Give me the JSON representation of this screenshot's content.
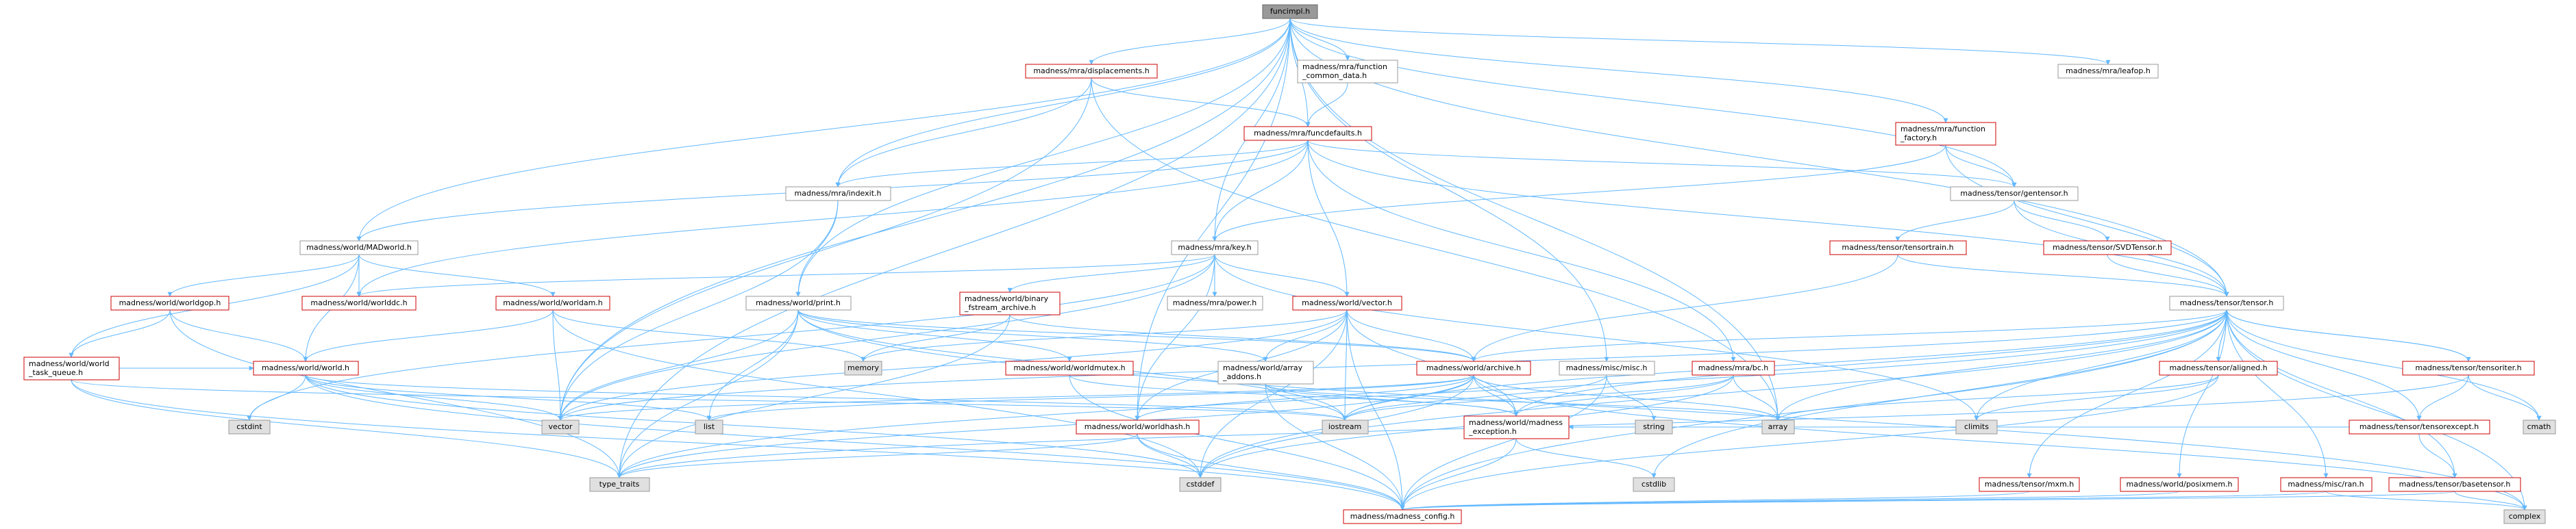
{
  "colors": {
    "root_fill": "#999999",
    "root_stroke": "#666666",
    "red_stroke": "#cc0000",
    "gray_stroke": "#999999",
    "white_fill": "#ffffff",
    "system_fill": "#e0e0e0",
    "edge": "#63b8ff",
    "text": "#000000"
  },
  "nodes": [
    {
      "id": "funcimpl",
      "lines": [
        "funcimpl.h"
      ],
      "kind": "root"
    },
    {
      "id": "displacements",
      "lines": [
        "madness/mra/displacements.h"
      ],
      "kind": "red"
    },
    {
      "id": "function_common_data",
      "lines": [
        "madness/mra/function",
        "_common_data.h"
      ],
      "kind": "plain"
    },
    {
      "id": "leafop",
      "lines": [
        "madness/mra/leafop.h"
      ],
      "kind": "plain"
    },
    {
      "id": "function_factory",
      "lines": [
        "madness/mra/function",
        "_factory.h"
      ],
      "kind": "red"
    },
    {
      "id": "funcdefaults",
      "lines": [
        "madness/mra/funcdefaults.h"
      ],
      "kind": "red"
    },
    {
      "id": "indexit",
      "lines": [
        "madness/mra/indexit.h"
      ],
      "kind": "plain"
    },
    {
      "id": "gentensor",
      "lines": [
        "madness/tensor/gentensor.h"
      ],
      "kind": "plain"
    },
    {
      "id": "madworld",
      "lines": [
        "madness/world/MADworld.h"
      ],
      "kind": "plain"
    },
    {
      "id": "key",
      "lines": [
        "madness/mra/key.h"
      ],
      "kind": "plain"
    },
    {
      "id": "tensortrain",
      "lines": [
        "madness/tensor/tensortrain.h"
      ],
      "kind": "red"
    },
    {
      "id": "svdtensor",
      "lines": [
        "madness/tensor/SVDTensor.h"
      ],
      "kind": "red"
    },
    {
      "id": "worldgop",
      "lines": [
        "madness/world/worldgop.h"
      ],
      "kind": "red"
    },
    {
      "id": "worlddc",
      "lines": [
        "madness/world/worlddc.h"
      ],
      "kind": "red"
    },
    {
      "id": "worldam",
      "lines": [
        "madness/world/worldam.h"
      ],
      "kind": "red"
    },
    {
      "id": "print",
      "lines": [
        "madness/world/print.h"
      ],
      "kind": "plain"
    },
    {
      "id": "binary_fstream",
      "lines": [
        "madness/world/binary",
        "_fstream_archive.h"
      ],
      "kind": "red"
    },
    {
      "id": "power",
      "lines": [
        "madness/mra/power.h"
      ],
      "kind": "plain"
    },
    {
      "id": "vector_h",
      "lines": [
        "madness/world/vector.h"
      ],
      "kind": "red"
    },
    {
      "id": "tensor",
      "lines": [
        "madness/tensor/tensor.h"
      ],
      "kind": "plain"
    },
    {
      "id": "world_task_queue",
      "lines": [
        "madness/world/world",
        "_task_queue.h"
      ],
      "kind": "red"
    },
    {
      "id": "world_h",
      "lines": [
        "madness/world/world.h"
      ],
      "kind": "red"
    },
    {
      "id": "memory",
      "lines": [
        "memory"
      ],
      "kind": "system"
    },
    {
      "id": "worldmutex",
      "lines": [
        "madness/world/worldmutex.h"
      ],
      "kind": "red"
    },
    {
      "id": "array_addons",
      "lines": [
        "madness/world/array",
        "_addons.h"
      ],
      "kind": "plain"
    },
    {
      "id": "archive",
      "lines": [
        "madness/world/archive.h"
      ],
      "kind": "red"
    },
    {
      "id": "misc",
      "lines": [
        "madness/misc/misc.h"
      ],
      "kind": "plain"
    },
    {
      "id": "bc",
      "lines": [
        "madness/mra/bc.h"
      ],
      "kind": "red"
    },
    {
      "id": "aligned",
      "lines": [
        "madness/tensor/aligned.h"
      ],
      "kind": "red"
    },
    {
      "id": "tensoriter",
      "lines": [
        "madness/tensor/tensoriter.h"
      ],
      "kind": "red"
    },
    {
      "id": "cstdint",
      "lines": [
        "cstdint"
      ],
      "kind": "system"
    },
    {
      "id": "vector",
      "lines": [
        "vector"
      ],
      "kind": "system"
    },
    {
      "id": "list",
      "lines": [
        "list"
      ],
      "kind": "system"
    },
    {
      "id": "iostream",
      "lines": [
        "iostream"
      ],
      "kind": "system"
    },
    {
      "id": "string",
      "lines": [
        "string"
      ],
      "kind": "system"
    },
    {
      "id": "array",
      "lines": [
        "array"
      ],
      "kind": "system"
    },
    {
      "id": "climits",
      "lines": [
        "climits"
      ],
      "kind": "system"
    },
    {
      "id": "cmath",
      "lines": [
        "cmath"
      ],
      "kind": "system"
    },
    {
      "id": "worldhash",
      "lines": [
        "madness/world/worldhash.h"
      ],
      "kind": "red"
    },
    {
      "id": "madness_exception",
      "lines": [
        "madness/world/madness",
        "_exception.h"
      ],
      "kind": "red"
    },
    {
      "id": "tensorexcept",
      "lines": [
        "madness/tensor/tensorexcept.h"
      ],
      "kind": "red"
    },
    {
      "id": "type_traits",
      "lines": [
        "type_traits"
      ],
      "kind": "system"
    },
    {
      "id": "cstddef",
      "lines": [
        "cstddef"
      ],
      "kind": "system"
    },
    {
      "id": "cstdlib",
      "lines": [
        "cstdlib"
      ],
      "kind": "system"
    },
    {
      "id": "mxm",
      "lines": [
        "madness/tensor/mxm.h"
      ],
      "kind": "red"
    },
    {
      "id": "posixmem",
      "lines": [
        "madness/world/posixmem.h"
      ],
      "kind": "red"
    },
    {
      "id": "ran",
      "lines": [
        "madness/misc/ran.h"
      ],
      "kind": "red"
    },
    {
      "id": "basetensor",
      "lines": [
        "madness/tensor/basetensor.h"
      ],
      "kind": "red"
    },
    {
      "id": "madness_config",
      "lines": [
        "madness/madness_config.h"
      ],
      "kind": "red"
    },
    {
      "id": "complex",
      "lines": [
        "complex"
      ],
      "kind": "system"
    }
  ],
  "edges": [
    [
      "funcimpl",
      "displacements"
    ],
    [
      "funcimpl",
      "function_common_data"
    ],
    [
      "funcimpl",
      "leafop"
    ],
    [
      "funcimpl",
      "function_factory"
    ],
    [
      "funcimpl",
      "funcdefaults"
    ],
    [
      "funcimpl",
      "indexit"
    ],
    [
      "funcimpl",
      "gentensor"
    ],
    [
      "funcimpl",
      "madworld"
    ],
    [
      "funcimpl",
      "key"
    ],
    [
      "funcimpl",
      "tensor"
    ],
    [
      "funcimpl",
      "print"
    ],
    [
      "funcimpl",
      "misc"
    ],
    [
      "funcimpl",
      "array"
    ],
    [
      "funcimpl",
      "type_traits"
    ],
    [
      "funcimpl",
      "worldhash"
    ],
    [
      "funcimpl",
      "vector"
    ],
    [
      "displacements",
      "funcdefaults"
    ],
    [
      "displacements",
      "indexit"
    ],
    [
      "displacements",
      "vector"
    ],
    [
      "displacements",
      "array"
    ],
    [
      "function_common_data",
      "funcdefaults"
    ],
    [
      "function_factory",
      "gentensor"
    ],
    [
      "function_factory",
      "key"
    ],
    [
      "function_factory",
      "tensor"
    ],
    [
      "funcdefaults",
      "indexit"
    ],
    [
      "funcdefaults",
      "gentensor"
    ],
    [
      "funcdefaults",
      "key"
    ],
    [
      "funcdefaults",
      "vector_h"
    ],
    [
      "funcdefaults",
      "bc"
    ],
    [
      "funcdefaults",
      "madworld"
    ],
    [
      "funcdefaults",
      "worlddc"
    ],
    [
      "funcdefaults",
      "tensor"
    ],
    [
      "indexit",
      "print"
    ],
    [
      "indexit",
      "vector"
    ],
    [
      "gentensor",
      "tensortrain"
    ],
    [
      "gentensor",
      "svdtensor"
    ],
    [
      "gentensor",
      "tensor"
    ],
    [
      "madworld",
      "worldgop"
    ],
    [
      "madworld",
      "worlddc"
    ],
    [
      "madworld",
      "worldam"
    ],
    [
      "madworld",
      "world_h"
    ],
    [
      "madworld",
      "world_task_queue"
    ],
    [
      "key",
      "binary_fstream"
    ],
    [
      "key",
      "power"
    ],
    [
      "key",
      "vector_h"
    ],
    [
      "key",
      "worlddc"
    ],
    [
      "key",
      "worldhash"
    ],
    [
      "key",
      "cstdint"
    ],
    [
      "key",
      "vector"
    ],
    [
      "key",
      "climits"
    ],
    [
      "tensortrain",
      "tensor"
    ],
    [
      "tensortrain",
      "archive"
    ],
    [
      "svdtensor",
      "tensor"
    ],
    [
      "worldgop",
      "world_task_queue"
    ],
    [
      "worldgop",
      "world_h"
    ],
    [
      "worldgop",
      "type_traits"
    ],
    [
      "worldam",
      "world_h"
    ],
    [
      "worldam",
      "memory"
    ],
    [
      "worldam",
      "vector"
    ],
    [
      "worldam",
      "cstddef"
    ],
    [
      "print",
      "worldmutex"
    ],
    [
      "print",
      "array_addons"
    ],
    [
      "print",
      "archive"
    ],
    [
      "print",
      "type_traits"
    ],
    [
      "print",
      "vector"
    ],
    [
      "print",
      "list"
    ],
    [
      "print",
      "complex"
    ],
    [
      "print",
      "iostream"
    ],
    [
      "binary_fstream",
      "archive"
    ],
    [
      "binary_fstream",
      "memory"
    ],
    [
      "binary_fstream",
      "type_traits"
    ],
    [
      "vector_h",
      "archive"
    ],
    [
      "vector_h",
      "worldhash"
    ],
    [
      "vector_h",
      "madness_exception"
    ],
    [
      "vector_h",
      "array_addons"
    ],
    [
      "vector_h",
      "vector"
    ],
    [
      "vector_h",
      "iostream"
    ],
    [
      "vector_h",
      "memory"
    ],
    [
      "vector_h",
      "cstddef"
    ],
    [
      "vector_h",
      "madness_config"
    ],
    [
      "world_task_queue",
      "world_h"
    ],
    [
      "world_task_queue",
      "type_traits"
    ],
    [
      "world_task_queue",
      "madness_config"
    ],
    [
      "world_task_queue",
      "iostream"
    ],
    [
      "world_h",
      "cstdint"
    ],
    [
      "world_h",
      "vector"
    ],
    [
      "world_h",
      "list"
    ],
    [
      "world_h",
      "madness_config"
    ],
    [
      "world_h",
      "iostream"
    ],
    [
      "world_h",
      "cstddef"
    ],
    [
      "worldmutex",
      "madness_exception"
    ],
    [
      "worldmutex",
      "madness_config"
    ],
    [
      "array_addons",
      "madness_exception"
    ],
    [
      "array_addons",
      "array"
    ],
    [
      "array_addons",
      "iostream"
    ],
    [
      "array_addons",
      "madness_config"
    ],
    [
      "archive",
      "madness_exception"
    ],
    [
      "archive",
      "worldhash"
    ],
    [
      "archive",
      "type_traits"
    ],
    [
      "archive",
      "array"
    ],
    [
      "archive",
      "iostream"
    ],
    [
      "archive",
      "vector"
    ],
    [
      "archive",
      "list"
    ],
    [
      "archive",
      "cstddef"
    ],
    [
      "archive",
      "complex"
    ],
    [
      "misc",
      "iostream"
    ],
    [
      "misc",
      "string"
    ],
    [
      "misc",
      "madness_config"
    ],
    [
      "bc",
      "madness_exception"
    ],
    [
      "bc",
      "array"
    ],
    [
      "bc",
      "iostream"
    ],
    [
      "bc",
      "cstddef"
    ],
    [
      "tensor",
      "aligned"
    ],
    [
      "tensor",
      "tensoriter"
    ],
    [
      "tensor",
      "tensorexcept"
    ],
    [
      "tensor",
      "basetensor"
    ],
    [
      "tensor",
      "mxm"
    ],
    [
      "tensor",
      "posixmem"
    ],
    [
      "tensor",
      "ran"
    ],
    [
      "tensor",
      "madness_config"
    ],
    [
      "tensor",
      "archive"
    ],
    [
      "tensor",
      "madness_exception"
    ],
    [
      "tensor",
      "cmath"
    ],
    [
      "tensor",
      "complex"
    ],
    [
      "tensor",
      "array"
    ],
    [
      "tensor",
      "climits"
    ],
    [
      "tensor",
      "cstdlib"
    ],
    [
      "tensor",
      "cstddef"
    ],
    [
      "tensor",
      "type_traits"
    ],
    [
      "tensor",
      "vector"
    ],
    [
      "tensor",
      "iostream"
    ],
    [
      "aligned",
      "madness_config"
    ],
    [
      "aligned",
      "climits"
    ],
    [
      "aligned",
      "tensor"
    ],
    [
      "aligned",
      "array"
    ],
    [
      "tensoriter",
      "tensor"
    ],
    [
      "tensoriter",
      "tensorexcept"
    ],
    [
      "tensoriter",
      "type_traits"
    ],
    [
      "tensoriter",
      "cmath"
    ],
    [
      "worldhash",
      "madness_config"
    ],
    [
      "worldhash",
      "type_traits"
    ],
    [
      "worldhash",
      "cstddef"
    ],
    [
      "madness_exception",
      "madness_config"
    ],
    [
      "madness_exception",
      "cstdlib"
    ],
    [
      "tensorexcept",
      "basetensor"
    ],
    [
      "tensorexcept",
      "madness_exception"
    ],
    [
      "basetensor",
      "complex"
    ],
    [
      "basetensor",
      "madness_config"
    ],
    [
      "mxm",
      "madness_config"
    ],
    [
      "posixmem",
      "madness_config"
    ],
    [
      "ran",
      "complex"
    ],
    [
      "ran",
      "madness_config"
    ]
  ]
}
